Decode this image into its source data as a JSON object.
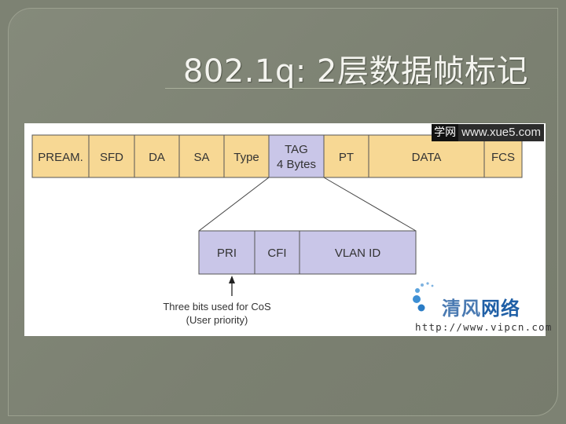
{
  "slide": {
    "title": "802.1q: 2层数据帧标记"
  },
  "frame_fields": [
    {
      "label": "PREAM.",
      "fill": "#f7d894"
    },
    {
      "label": "SFD",
      "fill": "#f7d894"
    },
    {
      "label": "DA",
      "fill": "#f7d894"
    },
    {
      "label": "SA",
      "fill": "#f7d894"
    },
    {
      "label": "Type",
      "fill": "#f7d894"
    },
    {
      "label": "TAG",
      "label2": "4 Bytes",
      "fill": "#c9c6e8"
    },
    {
      "label": "PT",
      "fill": "#f7d894"
    },
    {
      "label": "DATA",
      "fill": "#f7d894"
    },
    {
      "label": "FCS",
      "fill": "#f7d894"
    }
  ],
  "tag_fields": [
    {
      "label": "PRI"
    },
    {
      "label": "CFI"
    },
    {
      "label": "VLAN ID"
    }
  ],
  "annotation": {
    "line1": "Three bits used for CoS",
    "line2": "(User priority)"
  },
  "watermarks": {
    "top_badge": "学网",
    "top_url": "www.xue5.com",
    "brand_part1": "清风",
    "brand_part2": "网络",
    "brand_url": "http://www.vipcn.com"
  },
  "colors": {
    "frame_field": "#f7d894",
    "tag_field": "#c9c6e8",
    "background": "#7d8273"
  }
}
